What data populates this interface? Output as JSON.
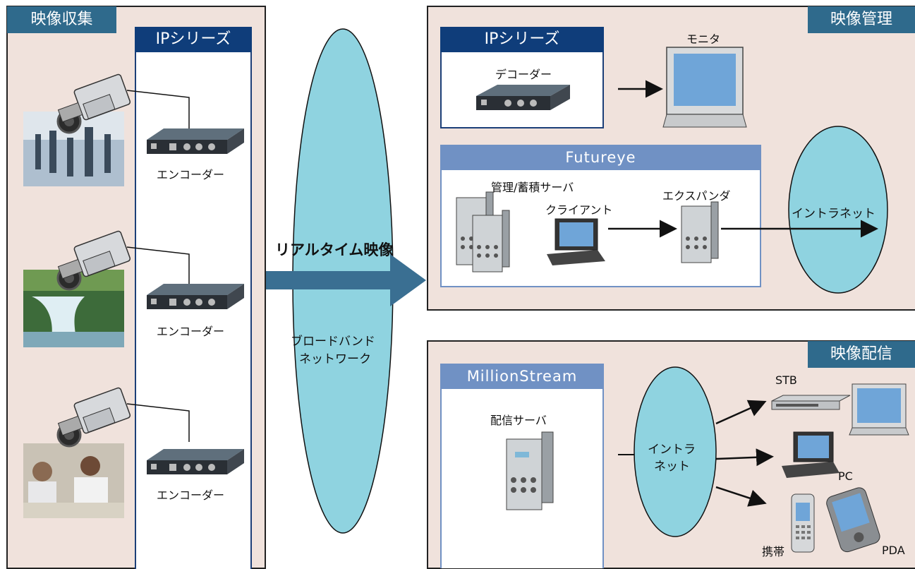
{
  "collection": {
    "tag": "映像収集",
    "ip_title": "IPシリーズ",
    "encoders": [
      "エンコーダー",
      "エンコーダー",
      "エンコーダー"
    ]
  },
  "network": {
    "realtime_label": "リアルタイム映像",
    "broadband_line1": "ブロードバンド",
    "broadband_line2": "ネットワーク"
  },
  "management": {
    "tag": "映像管理",
    "ip_title": "IPシリーズ",
    "decoder": "デコーダー",
    "monitor": "モニタ",
    "futureye_title": "Futureye",
    "server": "管理/蓄積サーバ",
    "client": "クライアント",
    "expander": "エクスパンダ",
    "intranet": "イントラネット"
  },
  "distribution": {
    "tag": "映像配信",
    "ms_title": "MillionStream",
    "server": "配信サーバ",
    "intranet_line1": "イントラ",
    "intranet_line2": "ネット",
    "stb": "STB",
    "pc": "PC",
    "mobile": "携帯",
    "pda": "PDA"
  },
  "colors": {
    "tag_bg": "#2f6a8c",
    "ip_title_bg": "#0f3d7a",
    "product_title_bg": "#7091c4",
    "panel_bg": "#f0e2dc",
    "ellipse_fill": "#8fd3e0",
    "arrow": "#3a6f92"
  }
}
